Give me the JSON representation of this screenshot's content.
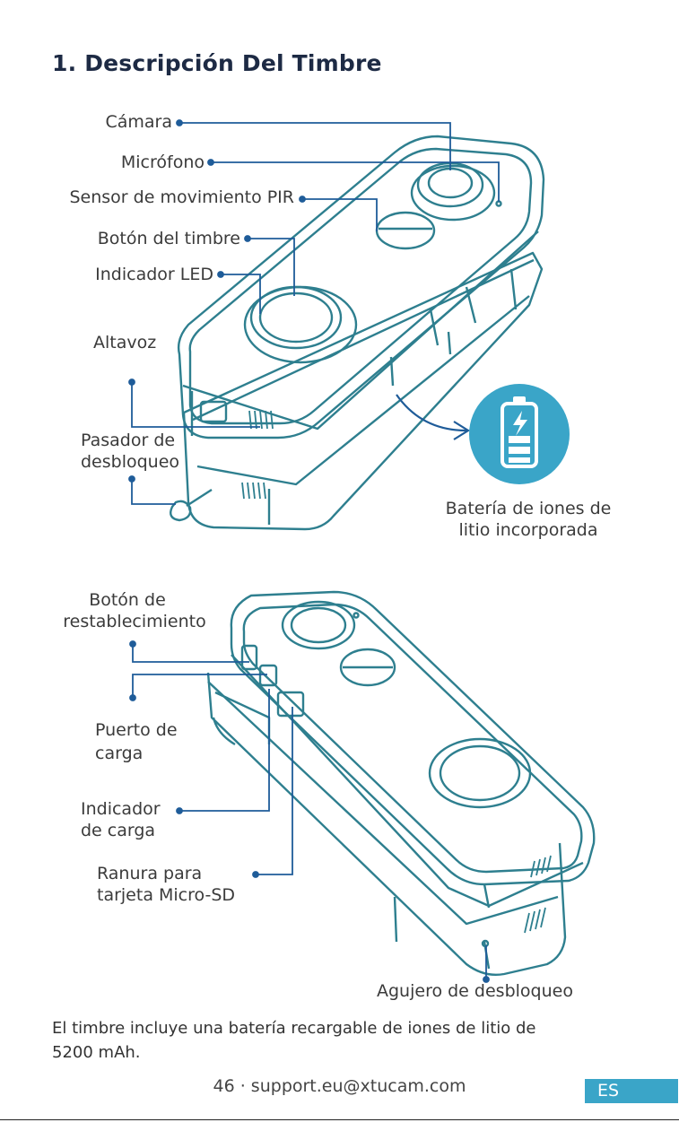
{
  "title": "1. Descripción Del Timbre",
  "labels_top": {
    "camera": "Cámara",
    "microphone": "Micrófono",
    "pir_sensor": "Sensor de movimiento PIR",
    "doorbell_button": "Botón del timbre",
    "led_indicator": "Indicador LED",
    "speaker": "Altavoz",
    "unlock_pin": [
      "Pasador de",
      "desbloqueo"
    ],
    "battery": [
      "Batería de iones de",
      "litio incorporada"
    ]
  },
  "labels_bottom": {
    "reset_button": [
      "Botón de",
      "restablecimiento"
    ],
    "charging_port": [
      "Puerto de",
      "carga"
    ],
    "charging_indicator": [
      "Indicador",
      "de carga"
    ],
    "sd_slot": [
      "Ranura para",
      "tarjeta Micro-SD"
    ],
    "unlock_hole": "Agujero de desbloqueo"
  },
  "footnote": [
    "El timbre incluye una batería recargable de iones de litio de",
    "5200 mAh."
  ],
  "footer": {
    "page": "46 · support.eu@xtucam.com",
    "lang": "ES"
  },
  "colors": {
    "accent": "#3aa5c8",
    "leader": "#1f5c99",
    "outline": "#2e7f8f",
    "title": "#1d2a44"
  },
  "icons": [
    "battery-icon"
  ]
}
